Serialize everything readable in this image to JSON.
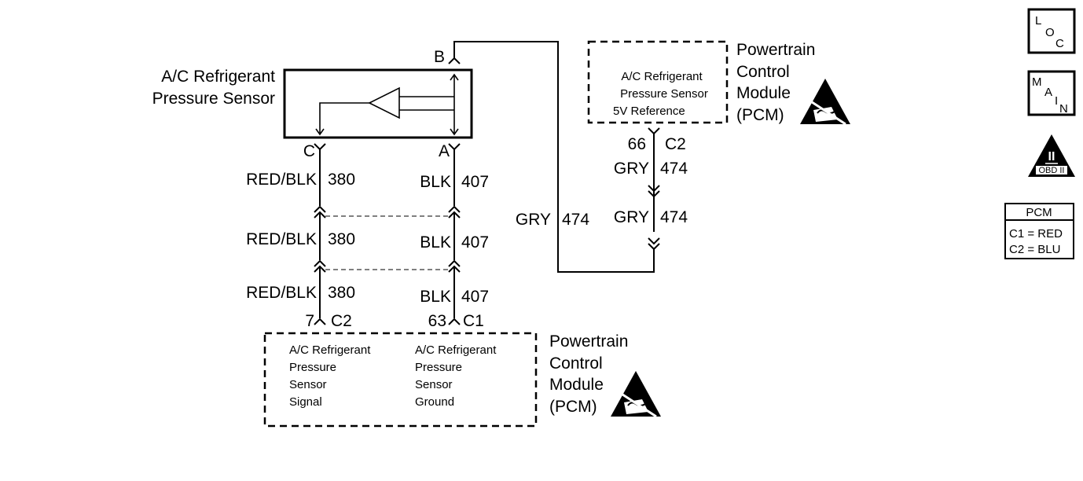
{
  "sensor": {
    "title_line1": "A/C Refrigerant",
    "title_line2": "Pressure Sensor",
    "pin_b": "B",
    "pin_c": "C",
    "pin_a": "A"
  },
  "wires": {
    "left_color": "RED/BLK",
    "left_circuit": "380",
    "right_color": "BLK",
    "right_circuit": "407",
    "gry_color": "GRY",
    "gry_circuit": "474"
  },
  "pcm_top": {
    "inner_line1": "A/C Refrigerant",
    "inner_line2": "Pressure Sensor",
    "inner_line3": "5V Reference",
    "title_line1": "Powertrain",
    "title_line2": "Control",
    "title_line3": "Module",
    "title_line4": "(PCM)",
    "pin_num": "66",
    "connector": "C2"
  },
  "pcm_bottom": {
    "left_line1": "A/C Refrigerant",
    "left_line2": "Pressure",
    "left_line3": "Sensor",
    "left_line4": "Signal",
    "right_line1": "A/C Refrigerant",
    "right_line2": "Pressure",
    "right_line3": "Sensor",
    "right_line4": "Ground",
    "title_line1": "Powertrain",
    "title_line2": "Control",
    "title_line3": "Module",
    "title_line4": "(PCM)",
    "left_pin_num": "7",
    "left_connector": "C2",
    "right_pin_num": "63",
    "right_connector": "C1"
  },
  "legend": {
    "loc": [
      "L",
      "O",
      "C"
    ],
    "main": [
      "M",
      "A",
      "I",
      "N"
    ],
    "obd_roman": "II",
    "obd_label": "OBD II",
    "pcm_header": "PCM",
    "pcm_c1": "C1 = RED",
    "pcm_c2": "C2 = BLU"
  },
  "icons": {
    "esd_top": "esd-sensitive-icon",
    "esd_bottom": "esd-sensitive-icon",
    "loc": "loc-icon",
    "main": "main-icon",
    "obd": "obd-ii-icon"
  }
}
